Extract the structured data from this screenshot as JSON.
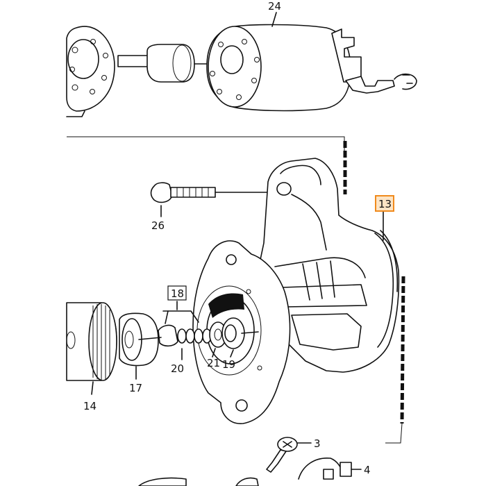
{
  "diagram": {
    "callouts": {
      "c24": "24",
      "c26": "26",
      "c13": "13",
      "c18": "18",
      "c20": "20",
      "c21": "21",
      "c19": "19",
      "c17": "17",
      "c14": "14",
      "c3": "3",
      "c4": "4"
    },
    "highlight_color": "#f08a1c",
    "highlight_fill": "#fde4c4",
    "line_color": "#111111"
  }
}
